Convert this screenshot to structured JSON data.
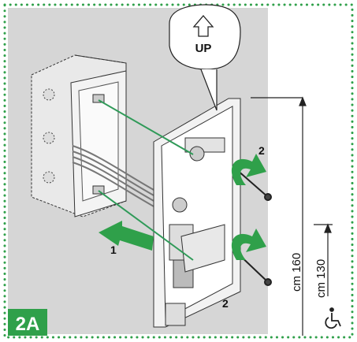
{
  "figure": {
    "panel_label": "2A",
    "up_label": "UP",
    "step_1": "1",
    "step_2_top": "2",
    "step_2_bottom": "2",
    "height_standard": "cm 160",
    "height_accessible": "cm 130",
    "up_arrow_icon": "up-arrow-icon",
    "accessibility_icon": "wheelchair-icon"
  },
  "colors": {
    "accent_green": "#2fa04a",
    "panel_gray": "#d6d6d6",
    "line_green": "#2f9a58"
  }
}
